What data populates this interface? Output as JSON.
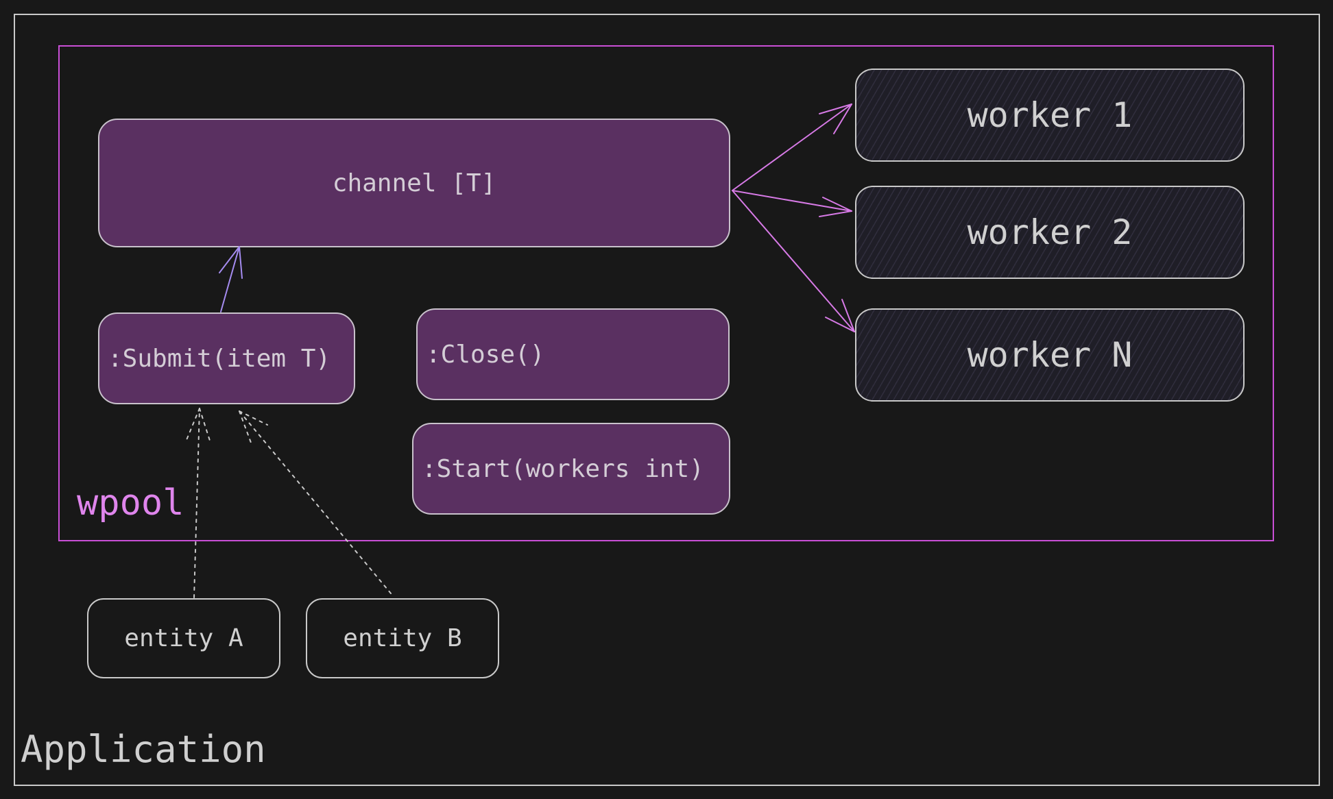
{
  "application": {
    "label": "Application"
  },
  "wpool": {
    "label": "wpool",
    "channel": {
      "label": "channel [T]"
    },
    "methods": {
      "submit": ":Submit(item T)",
      "close": ":Close()",
      "start": ":Start(workers int)"
    },
    "workers": [
      "worker 1",
      "worker 2",
      "worker N"
    ]
  },
  "entities": [
    "entity A",
    "entity B"
  ],
  "colors": {
    "background": "#181818",
    "purple_box": "#5a3061",
    "wpool_border": "#c94fd6",
    "arrow_channel_to_worker": "#d77ae6",
    "arrow_submit_to_channel": "#a58cf0",
    "dotted_arrow": "#c9c9c9"
  }
}
